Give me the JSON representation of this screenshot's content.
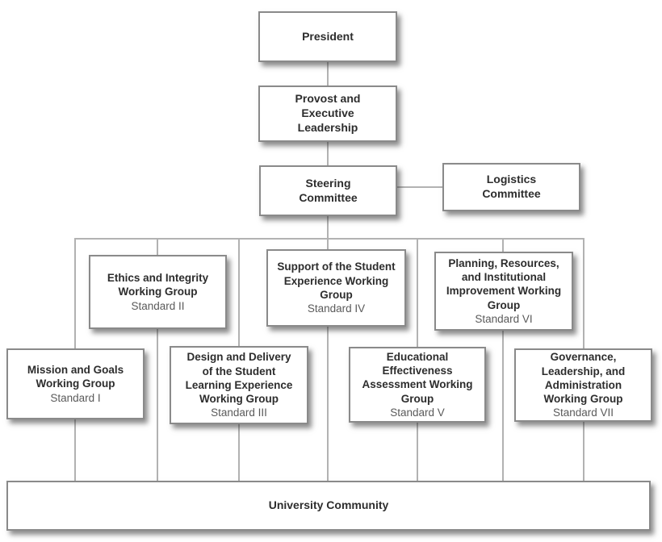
{
  "diagram": {
    "type": "org-chart",
    "colors": {
      "box_background": "#ffffff",
      "box_border": "#8a8a8a",
      "connector": "#b2b2b2",
      "title_text": "#2d2d2d",
      "standard_text": "#5a5a5a"
    },
    "nodes": {
      "president": {
        "title": "President"
      },
      "provost": {
        "title": "Provost and\nExecutive\nLeadership"
      },
      "steering": {
        "title": "Steering\nCommittee"
      },
      "logistics": {
        "title": "Logistics\nCommittee"
      },
      "ethics": {
        "title": "Ethics and Integrity\nWorking Group",
        "standard": "Standard II"
      },
      "support": {
        "title": "Support of the Student\nExperience Working\nGroup",
        "standard": "Standard IV"
      },
      "planning": {
        "title": "Planning, Resources,\nand Institutional\nImprovement Working\nGroup",
        "standard": "Standard VI"
      },
      "mission": {
        "title": "Mission and Goals\nWorking Group",
        "standard": "Standard I"
      },
      "design": {
        "title": "Design and Delivery\nof the Student\nLearning Experience\nWorking Group",
        "standard": "Standard III"
      },
      "educational": {
        "title": "Educational\nEffectiveness\nAssessment Working\nGroup",
        "standard": "Standard V"
      },
      "governance": {
        "title": "Governance,\nLeadership, and\nAdministration\nWorking Group",
        "standard": "Standard VII"
      },
      "community": {
        "title": "University Community"
      }
    }
  }
}
